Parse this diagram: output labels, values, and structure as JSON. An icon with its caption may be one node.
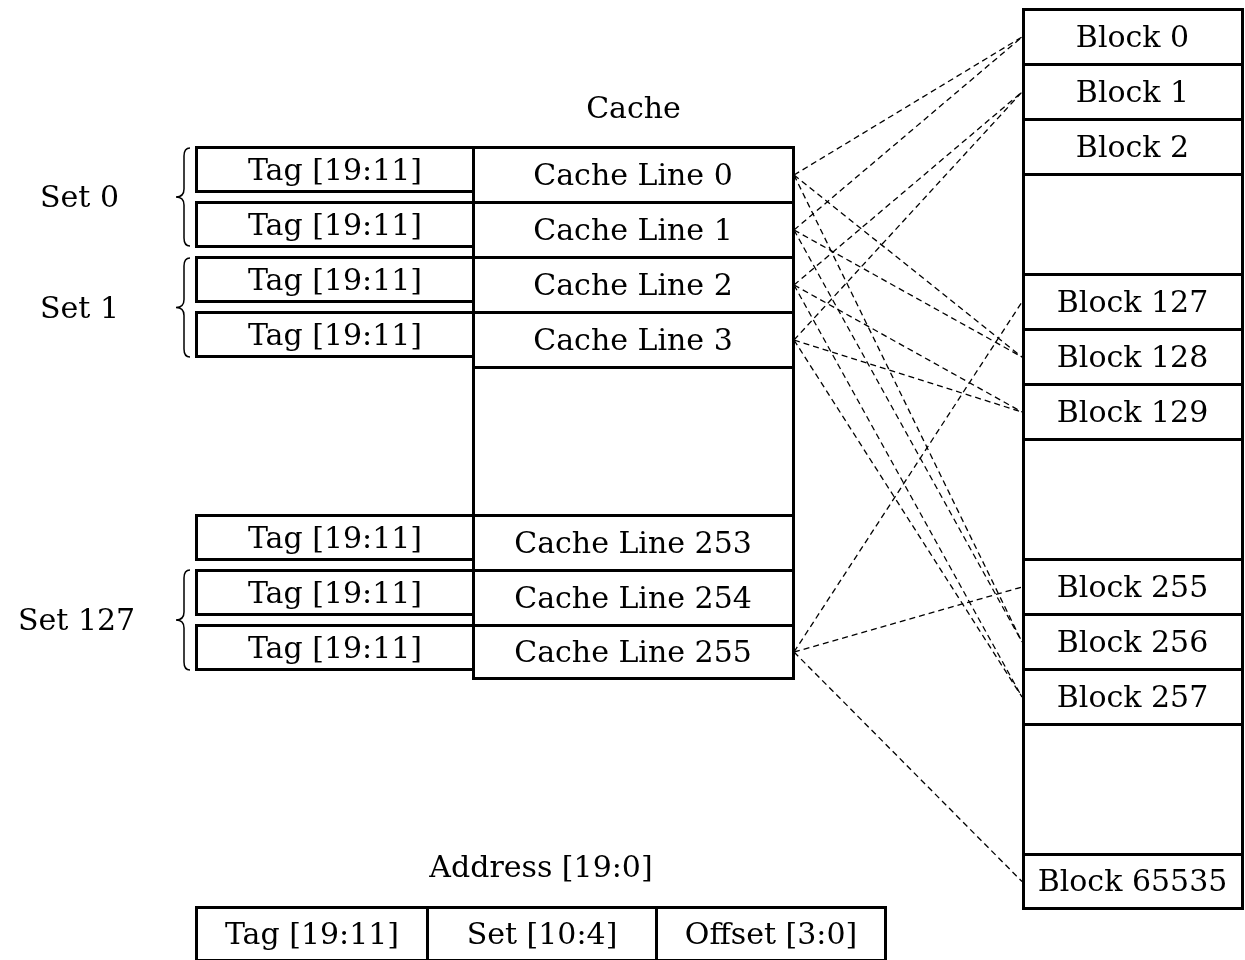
{
  "diagram": {
    "nodes": [
      {
        "text": [
          "Cache"
        ]
      },
      {
        "text": [
          "Cache Line 0"
        ],
        "in": 0
      },
      {
        "text": [
          "Cache Line 1"
        ],
        "in": 0
      },
      {
        "text": [
          "Cache Line 2"
        ],
        "in": 0
      },
      {
        "text": [
          "Cache Line 3"
        ],
        "in": 0
      },
      {
        "text": [
          "Cache Line 253"
        ],
        "in": 0
      },
      {
        "text": [
          "Cache Line 254"
        ],
        "in": 0
      },
      {
        "text": [
          "Cache Line 255"
        ],
        "in": 0
      },
      {
        "text": [
          "Tag [19:11]"
        ]
      },
      {
        "text": [
          "Tag [19:11]"
        ]
      },
      {
        "text": [
          "Tag [19:11]"
        ]
      },
      {
        "text": [
          "Tag [19:11]"
        ]
      },
      {
        "text": [
          "Tag [19:11]"
        ]
      },
      {
        "text": [
          "Tag [19:11]"
        ]
      },
      {
        "text": [
          "Tag [19:11]"
        ]
      },
      {
        "text": [],
        "shape": "box"
      },
      {
        "text": [
          "Block 0"
        ],
        "in": 15
      },
      {
        "text": [
          "Block 1"
        ],
        "in": 15
      },
      {
        "text": [
          "Block 2"
        ],
        "in": 15
      },
      {
        "text": [
          "Block 127"
        ],
        "in": 15
      },
      {
        "text": [
          "Block 128"
        ],
        "in": 15
      },
      {
        "text": [
          "Block 129"
        ],
        "in": 15
      },
      {
        "text": [
          "Block 255"
        ],
        "in": 15
      },
      {
        "text": [
          "Block 256"
        ],
        "in": 15
      },
      {
        "text": [
          "Block 257"
        ],
        "in": 15
      },
      {
        "text": [
          "Block 65535"
        ],
        "in": 15
      },
      {
        "text": [
          "Address [19:0]"
        ]
      },
      {
        "text": [
          "Tag [19:11]"
        ],
        "in": 26
      },
      {
        "text": [
          "Set [10:4]"
        ],
        "in": 26
      },
      {
        "text": [
          "Offset [3:0]"
        ],
        "in": 26
      }
    ],
    "edges": [
      {
        "from": 1,
        "to": 16,
        "arrow": "none",
        "style": "dashed"
      },
      {
        "from": 1,
        "to": 20,
        "arrow": "none",
        "style": "dashed"
      },
      {
        "from": 1,
        "to": 23,
        "arrow": "none",
        "style": "dashed"
      },
      {
        "from": 2,
        "to": 16,
        "arrow": "none",
        "style": "dashed"
      },
      {
        "from": 2,
        "to": 20,
        "arrow": "none",
        "style": "dashed"
      },
      {
        "from": 2,
        "to": 23,
        "arrow": "none",
        "style": "dashed"
      },
      {
        "from": 3,
        "to": 17,
        "arrow": "none",
        "style": "dashed"
      },
      {
        "from": 3,
        "to": 21,
        "arrow": "none",
        "style": "dashed"
      },
      {
        "from": 3,
        "to": 24,
        "arrow": "none",
        "style": "dashed"
      },
      {
        "from": 4,
        "to": 17,
        "arrow": "none",
        "style": "dashed"
      },
      {
        "from": 4,
        "to": 21,
        "arrow": "none",
        "style": "dashed"
      },
      {
        "from": 4,
        "to": 24,
        "arrow": "none",
        "style": "dashed"
      },
      {
        "from": 7,
        "to": 19,
        "arrow": "none",
        "style": "dashed"
      },
      {
        "from": 7,
        "to": 22,
        "arrow": "none",
        "style": "dashed"
      },
      {
        "from": 7,
        "to": 25,
        "arrow": "none",
        "style": "dashed"
      }
    ],
    "labels": [
      "Set 0",
      "Set 1",
      "Set 127"
    ]
  }
}
